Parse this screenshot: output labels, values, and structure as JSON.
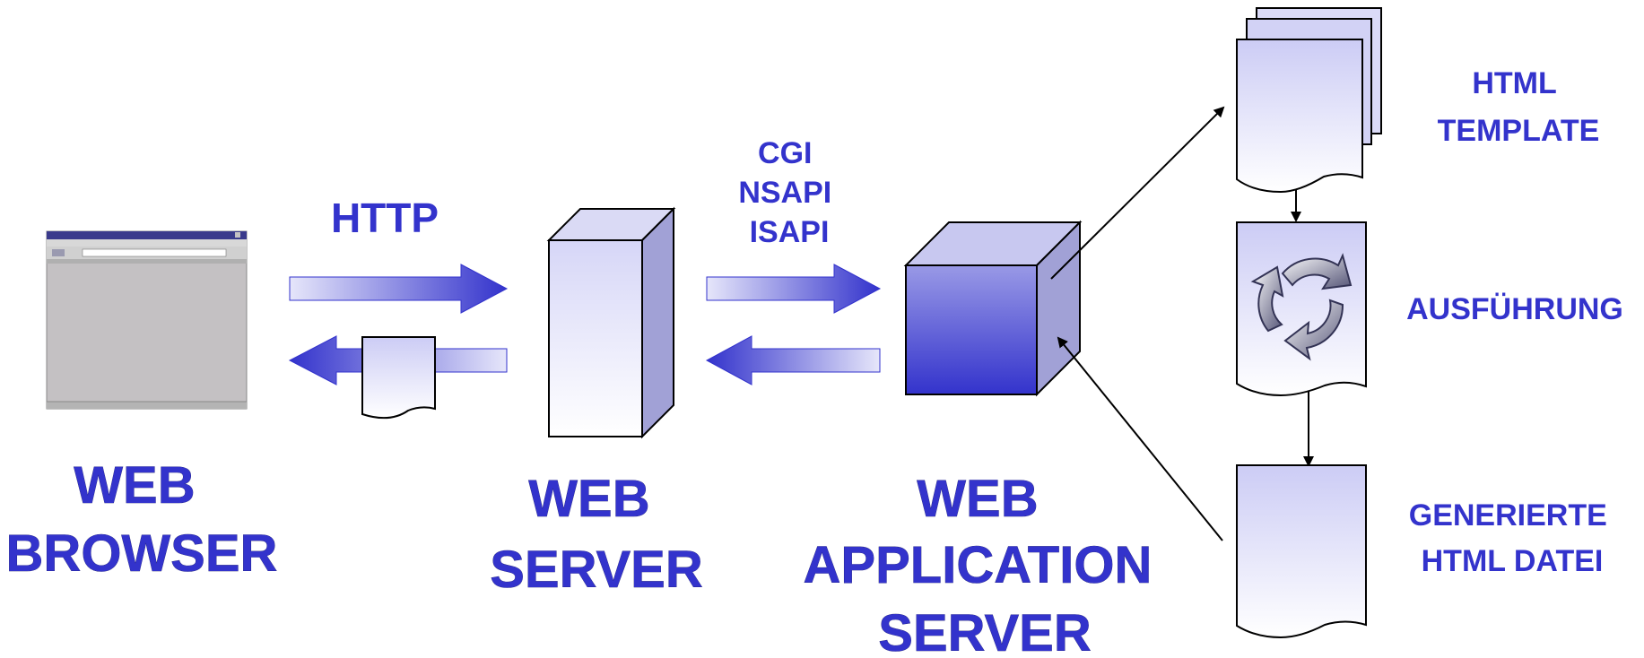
{
  "colors": {
    "label": "#3333cc",
    "arrow_dark": "#3333cc",
    "arrow_light": "#ccccf5",
    "browser_gray": "#c4c1c3"
  },
  "labels": {
    "web_browser": [
      "WEB",
      "BROWSER"
    ],
    "web_server": [
      "WEB",
      "SERVER"
    ],
    "web_app_server": [
      "WEB",
      "APPLICATION",
      "SERVER"
    ],
    "http": "HTTP",
    "interfaces": [
      "CGI",
      "NSAPI",
      "ISAPI"
    ],
    "html_template": [
      "HTML",
      "TEMPLATE"
    ],
    "ausfuehrung": "AUSFÜHRUNG",
    "generierte_html_datei": [
      "GENERIERTE",
      "HTML DATEI"
    ]
  },
  "icons": {
    "browser": "browser-window-icon",
    "server": "server-box-icon",
    "app_server": "application-server-cube-icon",
    "template": "template-document-stack-icon",
    "execution": "cycle-arrows-icon",
    "output": "generated-document-icon"
  }
}
